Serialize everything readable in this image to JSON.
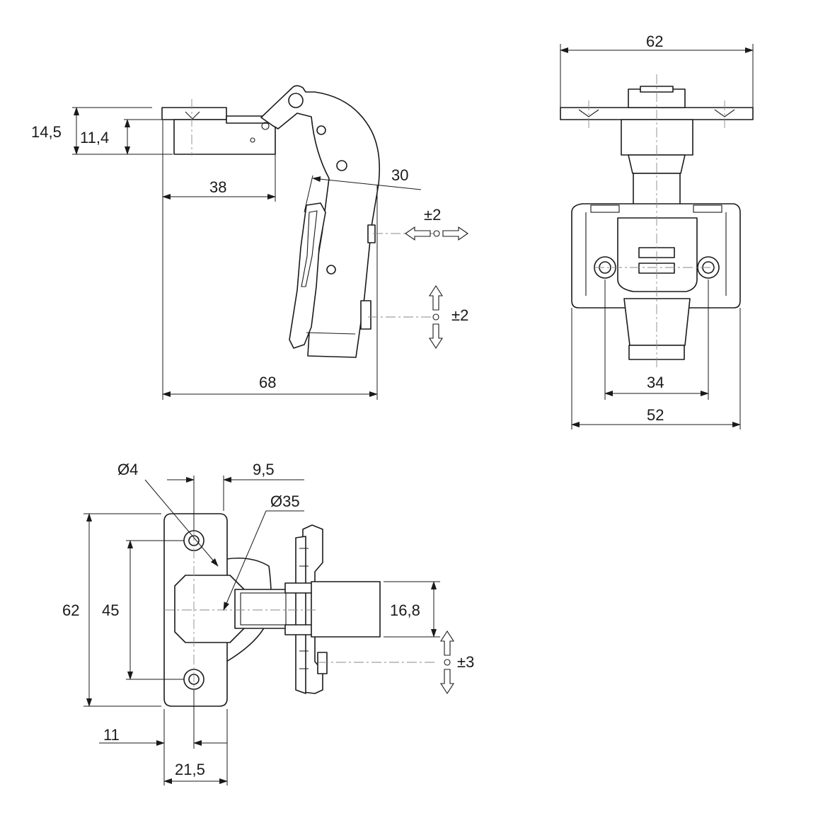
{
  "dimensions": {
    "side_view": {
      "height_total": "14,5",
      "height_plate": "11,4",
      "depth_cup": "38",
      "angle": "30",
      "overall_length": "68",
      "depth_adjust": "±2",
      "height_adjust": "±2"
    },
    "front_view": {
      "width_top": "62",
      "width_inner": "34",
      "width_outer": "52"
    },
    "plate_view": {
      "hole_diameter": "Ø4",
      "cup_offset": "9,5",
      "cup_diameter": "Ø35",
      "plate_height": "62",
      "hole_spacing": "45",
      "arm_width": "16,8",
      "side_adjust": "±3",
      "edge_distance": "11",
      "plate_width": "21,5"
    }
  }
}
